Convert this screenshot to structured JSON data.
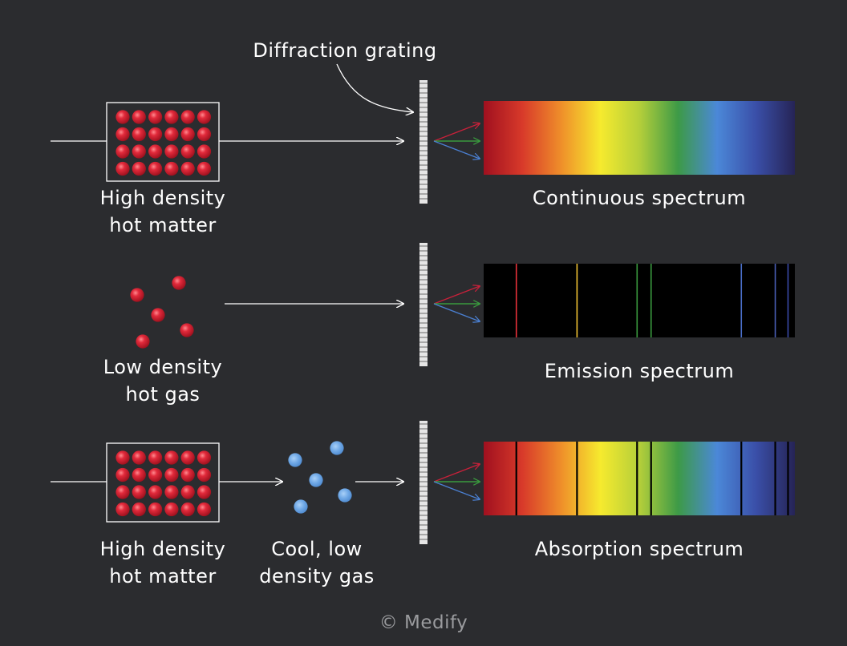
{
  "grating_label": "Diffraction grating",
  "rows": [
    {
      "id": "continuous",
      "source_type": "dense",
      "source_label": [
        "High density",
        "hot matter"
      ],
      "gas_label": null,
      "spectrum_type": "continuous",
      "spectrum_label": "Continuous spectrum",
      "lines": []
    },
    {
      "id": "emission",
      "source_type": "gas",
      "source_label": [
        "Low density",
        "hot gas"
      ],
      "gas_label": null,
      "spectrum_type": "emission",
      "spectrum_label": "Emission spectrum",
      "lines": [
        {
          "pos": 0.105,
          "color": "#e8313a"
        },
        {
          "pos": 0.3,
          "color": "#f1c232"
        },
        {
          "pos": 0.493,
          "color": "#3a9a3e"
        },
        {
          "pos": 0.538,
          "color": "#3a9a3e"
        },
        {
          "pos": 0.828,
          "color": "#4a6fc9"
        },
        {
          "pos": 0.937,
          "color": "#4a5fb8"
        },
        {
          "pos": 0.978,
          "color": "#3a4aa8"
        }
      ]
    },
    {
      "id": "absorption",
      "source_type": "dense",
      "source_label": [
        "High density",
        "hot matter"
      ],
      "gas_label": [
        "Cool, low",
        "density gas"
      ],
      "spectrum_type": "absorption",
      "spectrum_label": "Absorption spectrum",
      "lines": [
        {
          "pos": 0.105,
          "color": "#000000"
        },
        {
          "pos": 0.3,
          "color": "#000000"
        },
        {
          "pos": 0.493,
          "color": "#000000"
        },
        {
          "pos": 0.538,
          "color": "#000000"
        },
        {
          "pos": 0.828,
          "color": "#000000"
        },
        {
          "pos": 0.937,
          "color": "#000000"
        },
        {
          "pos": 0.978,
          "color": "#000000"
        }
      ]
    }
  ],
  "colors": {
    "background": "#2b2c2f",
    "hot_particle": "#d41f33",
    "cool_particle": "#6fa8e6",
    "line": "#ffffff",
    "ray_red": "#c8213a",
    "ray_green": "#3a9a3e",
    "ray_blue": "#4a7fd0",
    "spectrum_stops": [
      "#a0101f",
      "#d83a2a",
      "#ef8f2a",
      "#f6ea2e",
      "#b5cf3a",
      "#3d9a47",
      "#4b88d8",
      "#3a4fa8",
      "#262456"
    ]
  },
  "credit": "© Medify"
}
